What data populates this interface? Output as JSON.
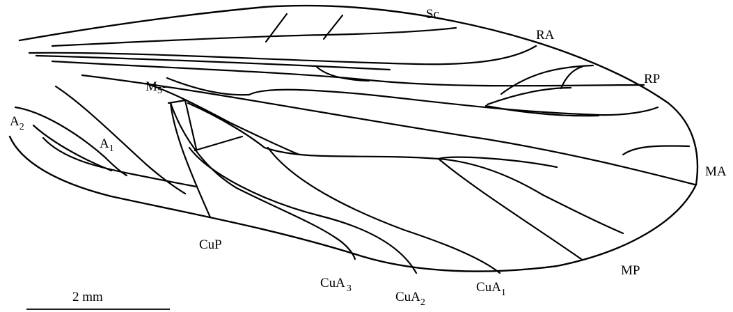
{
  "labels": {
    "sc": "Sc",
    "ra": "RA",
    "rp": "RP",
    "ma": "MA",
    "mp": "MP",
    "m5_base": "M",
    "m5_sub": "5",
    "m5_suffix": "-",
    "a2_base": "A",
    "a2_sub": "2",
    "a1_base": "A",
    "a1_sub": "1",
    "cup": "CuP",
    "cua3_base": "CuA",
    "cua3_sub": "3",
    "cua2_base": "CuA",
    "cua2_sub": "2",
    "cua1_base": "CuA",
    "cua1_sub": "1"
  },
  "scale_bar": {
    "label": "2 mm"
  }
}
